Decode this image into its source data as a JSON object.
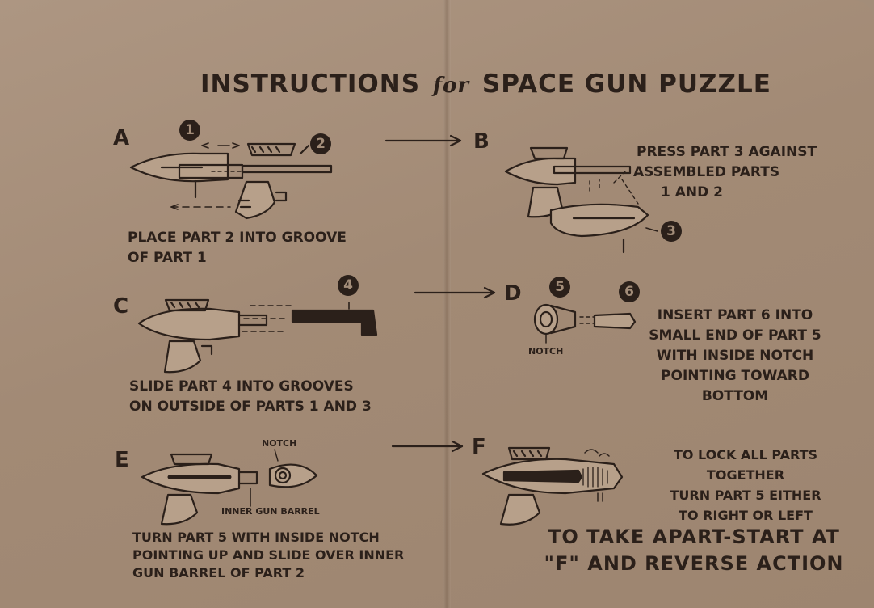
{
  "title": {
    "before": "INSTRUCTIONS",
    "script": "for",
    "after": "SPACE GUN PUZZLE"
  },
  "steps": {
    "a": {
      "letter": "A",
      "line1": "PLACE PART 2 INTO GROOVE",
      "line2": "OF PART 1",
      "badges": [
        "1",
        "2"
      ]
    },
    "b": {
      "letter": "B",
      "line1": "PRESS PART 3 AGAINST",
      "line2": "ASSEMBLED PARTS",
      "line3": "1 AND 2",
      "badges": [
        "3"
      ]
    },
    "c": {
      "letter": "C",
      "line1": "SLIDE PART 4 INTO GROOVES",
      "line2": "ON OUTSIDE OF PARTS 1 AND 3",
      "badges": [
        "4"
      ]
    },
    "d": {
      "letter": "D",
      "line1": "INSERT PART 6 INTO",
      "line2": "SMALL END OF PART 5",
      "line3": "WITH INSIDE NOTCH",
      "line4": "POINTING TOWARD",
      "line5": "BOTTOM",
      "notch_label": "NOTCH",
      "badges": [
        "5",
        "6"
      ]
    },
    "e": {
      "letter": "E",
      "line1": "TURN PART 5 WITH INSIDE NOTCH",
      "line2": "POINTING UP AND SLIDE OVER INNER",
      "line3": "GUN BARREL OF PART 2",
      "notch_label": "NOTCH",
      "barrel_label": "INNER GUN BARREL"
    },
    "f": {
      "letter": "F",
      "line1": "TO LOCK ALL PARTS TOGETHER",
      "line2": "TURN PART 5 EITHER",
      "line3": "TO RIGHT OR LEFT"
    }
  },
  "footer": {
    "line1": "TO TAKE APART-START AT",
    "line2": "\"F\" AND REVERSE ACTION"
  }
}
